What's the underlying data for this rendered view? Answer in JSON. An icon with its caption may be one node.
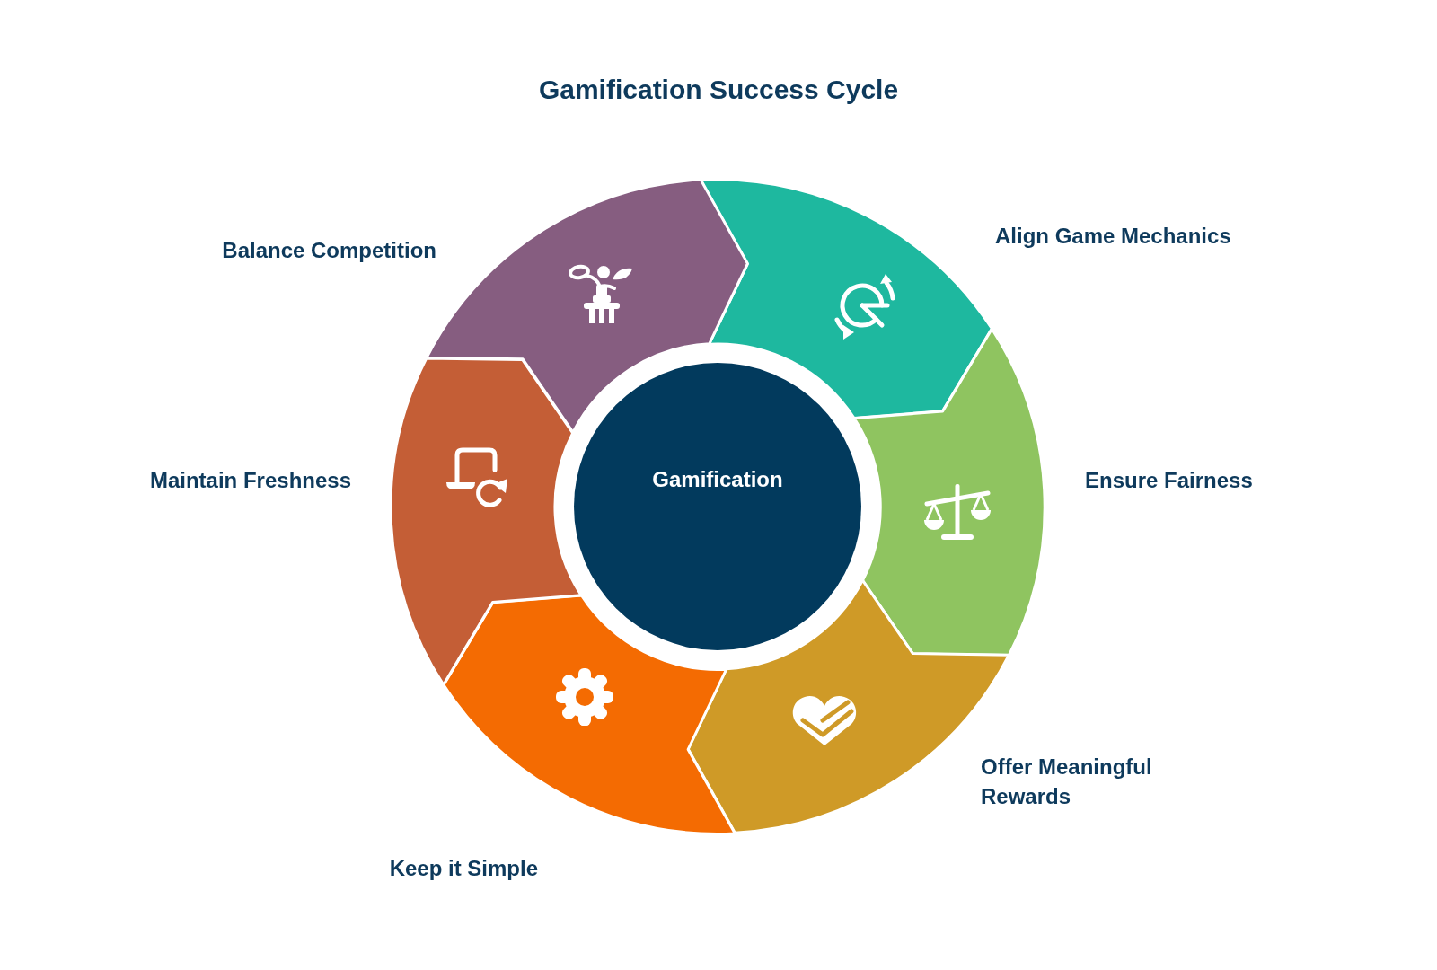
{
  "diagram": {
    "title": "Gamification Success Cycle",
    "nodes": [
      {
        "text": [
          "Gamification"
        ]
      },
      {
        "text": [
          "Align Game Mechanics"
        ]
      },
      {
        "text": [
          "Ensure Fairness"
        ]
      },
      {
        "text": [
          "Offer Meaningful Rewards"
        ]
      },
      {
        "text": [
          "Keep it Simple"
        ]
      },
      {
        "text": [
          "Maintain Freshness"
        ]
      },
      {
        "text": [
          "Balance Competition"
        ]
      }
    ]
  }
}
